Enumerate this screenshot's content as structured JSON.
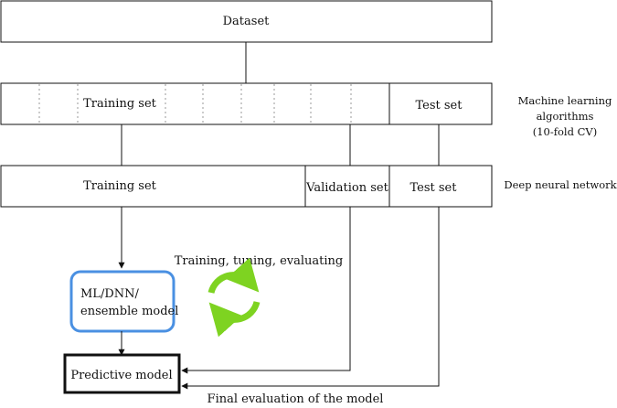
{
  "dataset_label": "Dataset",
  "row1": {
    "training_label": "Training set",
    "test_label": "Test set"
  },
  "row2": {
    "training_label": "Training set",
    "validation_label": "Validation set",
    "test_label": "Test set"
  },
  "side_labels": {
    "ml_line1": "Machine learning",
    "ml_line2": "algorithms",
    "ml_line3": "(10-fold CV)",
    "dnn": "Deep neural network"
  },
  "loop_label": "Training, tuning, evaluating",
  "model_box": {
    "line1": "ML/DNN/",
    "line2": "ensemble model"
  },
  "predictive_label": "Predictive model",
  "final_label": "Final evaluation of the model",
  "colors": {
    "model_box_border": "#4a90e2",
    "cycle_arrows": "#7ed321",
    "lines": "#111111"
  },
  "icons": {
    "cycle": "refresh-cycle-icon"
  }
}
